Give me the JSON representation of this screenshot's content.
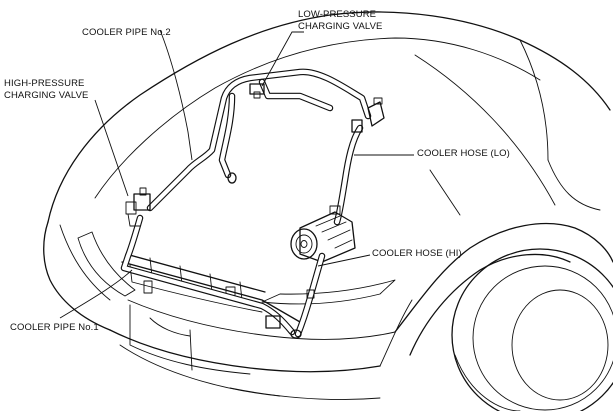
{
  "labels": {
    "low_pressure_valve": [
      "LOW-PRESSURE",
      "CHARGING VALVE"
    ],
    "cooler_pipe_2": "COOLER PIPE No.2",
    "high_pressure_valve": [
      "HIGH-PRESSURE",
      "CHARGING VALVE"
    ],
    "cooler_hose_lo": "COOLER HOSE (LO)",
    "cooler_hose_hi": "COOLER HOSE (HI)",
    "cooler_pipe_1": "COOLER PIPE No.1"
  }
}
